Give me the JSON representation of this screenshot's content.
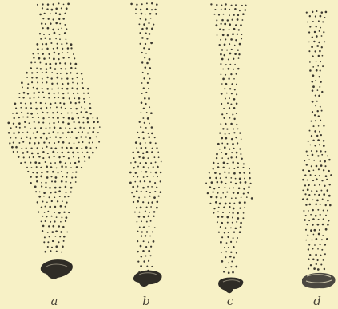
{
  "plate": {
    "background": "#f7f1c6",
    "ink": "#3b382f",
    "figures": [
      {
        "label": "a",
        "icon": "dark-mass-icon"
      },
      {
        "label": "b",
        "icon": "dark-mass-icon"
      },
      {
        "label": "c",
        "icon": "dark-mass-icon"
      },
      {
        "label": "d",
        "icon": "dark-mass-icon"
      }
    ]
  }
}
